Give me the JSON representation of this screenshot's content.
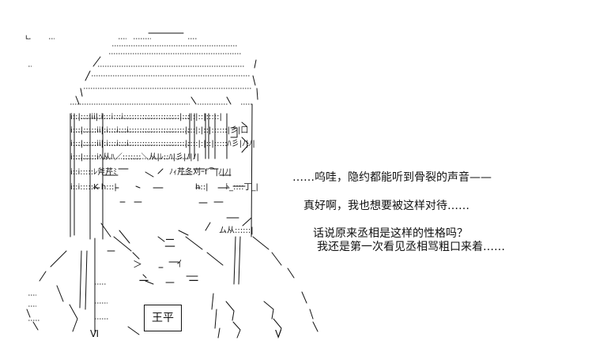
{
  "dialogue": {
    "line1": "……呜哇，隐约都能听到骨裂的声音——",
    "line2": "真好啊，我也想要被这样对待……",
    "line3": "话说原来丞相是这样的性格吗？",
    "line4": "我还是第一次看见丞相骂粗口来着……"
  },
  "art_labels": {
    "left_top": "ㄴ",
    "hair_text_1": "i::|::::ii|:i:::i:::i:::::::::::::::::::::|:::|:|::|:::::|",
    "hair_text_2": "i:::|:::::ii|:i:::i:::i:::::::::::::::::::::|:::|:|::|::::::|彡|口",
    "hair_text_3": "i:::|:::::ii|:i:::i:::i:::::::::::::::::::::|::::|:|::|:::::ﾊ彡|ﾉ|ﾉ|",
    "hair_text_4": "i:::|:::::iﾍ从ﾊ／:::::::＼从|ﾚ::ﾊ|彡|ﾉ|ﾉ|",
    "face_1": "i::i:::::ﾚ斧芹ﾐ",
    "face_2": "ﾉｨ芹冬刈ｰf⌒|ﾉ|ﾉ|",
    "face_3": "i::i:::::K h:::|",
    "face_4": "h::|",
    "face_5": "ﾄ_::::丁_|",
    "mouth_1": "二",
    "mouth_2": "ム从::::::|",
    "symbol_1": "＞",
    "symbol_2": "ｲ",
    "symbol_3": "ー",
    "symbol_4": "ー",
    "symbol_5": "Ⅵ",
    "symbol_6": "Ⅴ",
    "badge": "王平"
  }
}
